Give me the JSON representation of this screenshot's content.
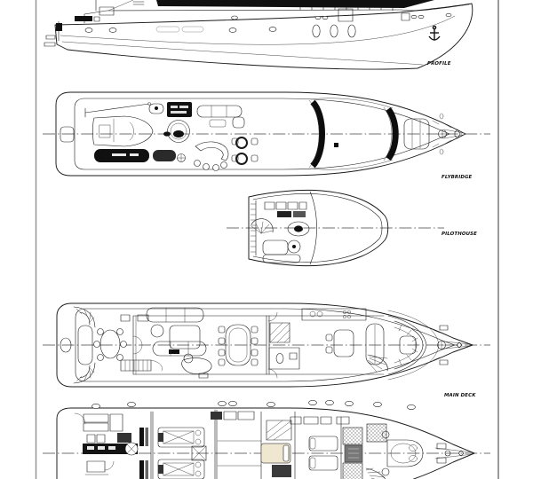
{
  "page": {
    "background_color": "#ffffff",
    "sheet_border_color": "#8f8f8f",
    "content": "yacht general arrangement line drawing, five stacked views, bow pointing right"
  },
  "views": [
    {
      "id": "profile",
      "label": "PROFILE"
    },
    {
      "id": "flybridge",
      "label": "FLYBRIDGE"
    },
    {
      "id": "pilothouse",
      "label": "PILOTHOUSE"
    },
    {
      "id": "main-deck",
      "label": "MAIN DECK"
    },
    {
      "id": "lower-deck",
      "label": ""
    }
  ],
  "colors": {
    "line_ink": "#1a1a1a",
    "tinted_glass_black": "#0d0d0d",
    "bed_linen_tan": "#efe7cf",
    "machinery_gray": "#6f6f6f"
  }
}
